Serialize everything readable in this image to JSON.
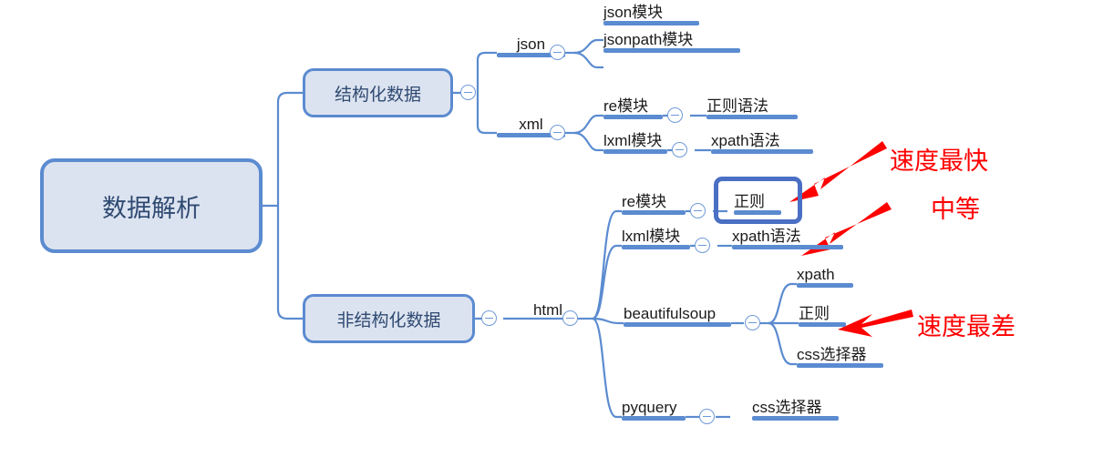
{
  "diagram": {
    "title": "数据解析",
    "type": "mindmap",
    "root": {
      "label": "数据解析"
    },
    "branches": [
      {
        "label": "结构化数据",
        "children": [
          {
            "label": "json",
            "children": [
              {
                "label": "json模块"
              },
              {
                "label": "jsonpath模块"
              }
            ]
          },
          {
            "label": "xml",
            "children": [
              {
                "label": "re模块",
                "children": [
                  {
                    "label": "正则语法"
                  }
                ]
              },
              {
                "label": "lxml模块",
                "children": [
                  {
                    "label": "xpath语法"
                  }
                ]
              }
            ]
          }
        ]
      },
      {
        "label": "非结构化数据",
        "children": [
          {
            "label": "html",
            "children": [
              {
                "label": "re模块",
                "children": [
                  {
                    "label": "正则",
                    "selected": true
                  }
                ]
              },
              {
                "label": "lxml模块",
                "children": [
                  {
                    "label": "xpath语法"
                  }
                ]
              },
              {
                "label": "beautifulsoup",
                "children": [
                  {
                    "label": "xpath"
                  },
                  {
                    "label": "正则"
                  },
                  {
                    "label": "css选择器"
                  }
                ]
              },
              {
                "label": "pyquery",
                "children": [
                  {
                    "label": "css选择器"
                  }
                ]
              }
            ]
          }
        ]
      }
    ]
  },
  "nodes": {
    "root": "数据解析",
    "structured": "结构化数据",
    "unstructured": "非结构化数据",
    "json": "json",
    "json_module": "json模块",
    "jsonpath_module": "jsonpath模块",
    "xml": "xml",
    "xml_re_module": "re模块",
    "xml_regex_syntax": "正则语法",
    "xml_lxml_module": "lxml模块",
    "xml_xpath_syntax": "xpath语法",
    "html": "html",
    "html_re_module": "re模块",
    "html_regex": "正则",
    "html_lxml_module": "lxml模块",
    "html_xpath_syntax": "xpath语法",
    "beautifulsoup": "beautifulsoup",
    "bs_xpath": "xpath",
    "bs_regex": "正则",
    "bs_css_selector": "css选择器",
    "pyquery": "pyquery",
    "pq_css_selector": "css选择器"
  },
  "annotations": [
    {
      "text": "速度最快",
      "meaning": "fastest"
    },
    {
      "text": "中等",
      "meaning": "medium"
    },
    {
      "text": "速度最差",
      "meaning": "slowest"
    }
  ],
  "annotation_text": {
    "fastest": "速度最快",
    "medium": "中等",
    "slowest": "速度最差"
  },
  "colors": {
    "node_fill": "#dce3f0",
    "node_border": "#5b8bd0",
    "connector": "#5b8bd0",
    "bar": "#5b8bd0",
    "selection": "#4a6fc4",
    "annotation": "#fe0000",
    "root_text": "#2f4a72",
    "leaf_text": "#1b1b1b",
    "background": "#ffffff"
  }
}
